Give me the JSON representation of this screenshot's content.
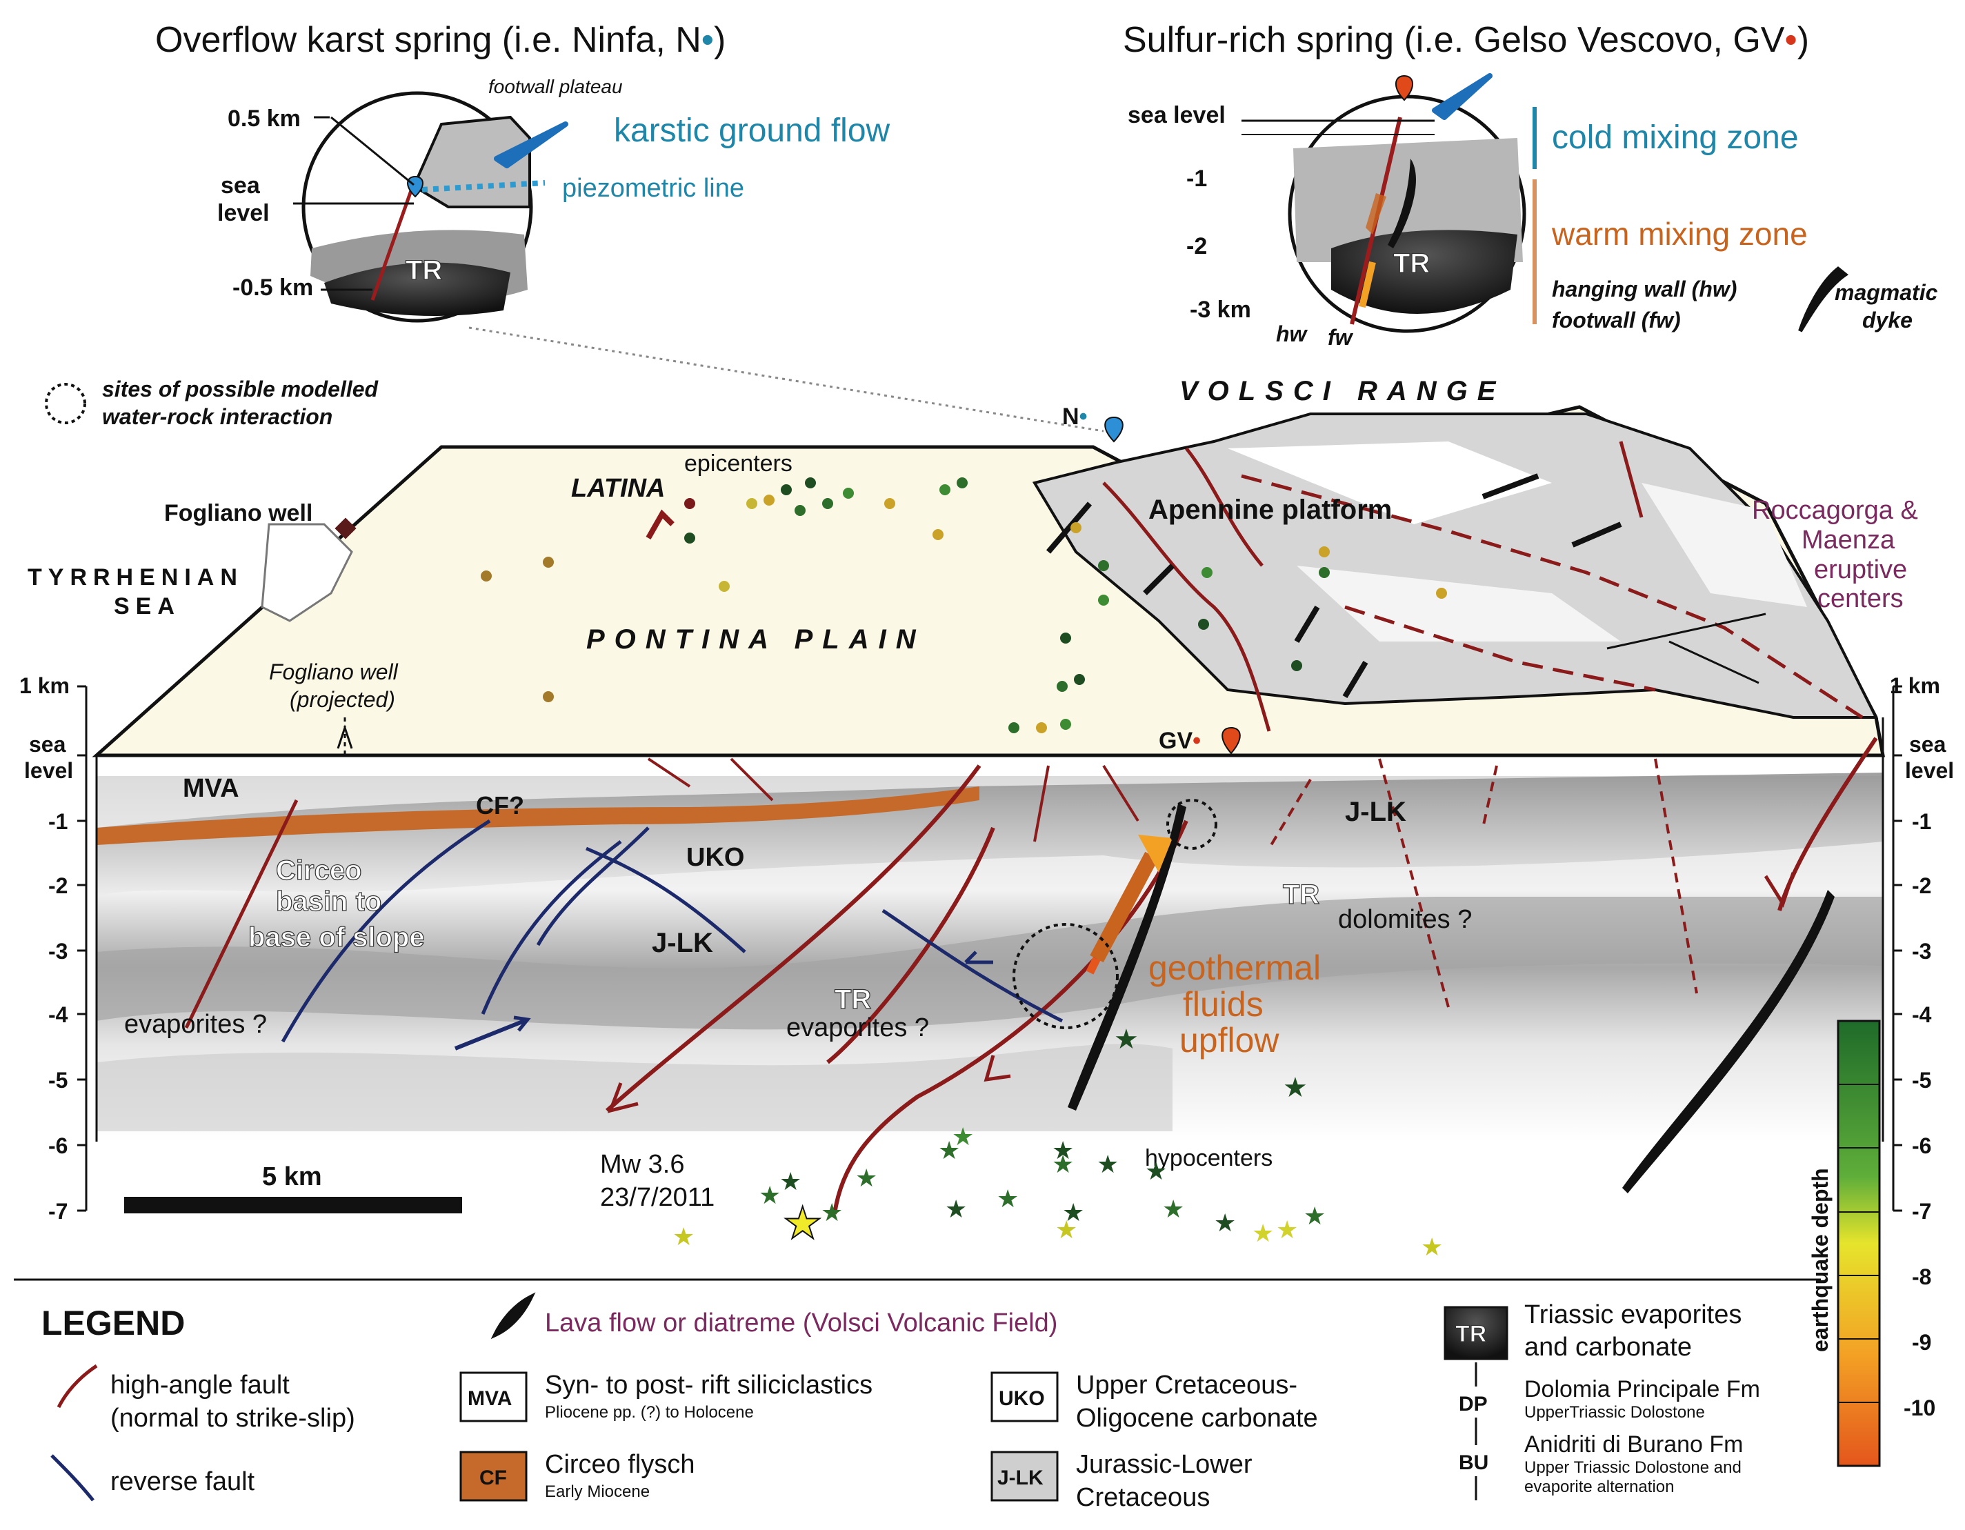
{
  "inset_left": {
    "title": "Overflow karst spring (i.e. Ninfa, N",
    "title_marker": "•",
    "title_close": ")",
    "footwall_plateau": "footwall plateau",
    "karstic_flow": "karstic ground flow",
    "piezometric": "piezometric line",
    "depth_05": "0.5 km",
    "sea": "sea",
    "level": "level",
    "depth_m05": "-0.5 km",
    "tr": "TR"
  },
  "inset_right": {
    "title": "Sulfur-rich spring (i.e. Gelso Vescovo, GV",
    "title_marker": "•",
    "title_close": ")",
    "sea_level": "sea level",
    "d1": "-1",
    "d2": "-2",
    "d3": "-3 km",
    "hw": "hw",
    "fw": "fw",
    "tr": "TR",
    "cold_zone": "cold mixing zone",
    "warm_zone": "warm mixing zone",
    "hanging_wall": "hanging wall (hw)",
    "footwall": "footwall (fw)",
    "magmatic": "magmatic",
    "dyke": "dyke"
  },
  "map": {
    "sites_line1": "sites of possible modelled",
    "sites_line2": "water-rock interaction",
    "volsci_range": "VOLSCI RANGE",
    "n_marker": "N",
    "n_dot": "•",
    "latina": "LATINA",
    "epicenters": "epicenters",
    "fogliano_well": "Fogliano well",
    "tyrrhenian": "TYRRHENIAN",
    "sea": "SEA",
    "apennine": "Apennine platform",
    "pontina": "PONTINA PLAIN",
    "roccagorga1": "Roccagorga &",
    "roccagorga2": "Maenza",
    "roccagorga3": "eruptive",
    "roccagorga4": "centers",
    "fogliano_proj1": "Fogliano well",
    "fogliano_proj2": "(projected)",
    "gv_marker": "GV",
    "gv_dot": "•"
  },
  "section": {
    "axis_left": [
      "1 km",
      "sea",
      "level",
      "-1",
      "-2",
      "-3",
      "-4",
      "-5",
      "-6",
      "-7"
    ],
    "axis_right": [
      "1 km",
      "sea",
      "level",
      "-1",
      "-2",
      "-3",
      "-4",
      "-5",
      "-6",
      "-7",
      "-8",
      "-9",
      "-10"
    ],
    "mva": "MVA",
    "cf": "CF?",
    "circeo1": "Circeo",
    "circeo2": "basin to",
    "circeo3": "base of slope",
    "uko": "UKO",
    "jlk_left": "J-LK",
    "jlk_right": "J-LK",
    "tr_right": "TR",
    "dolomites": "dolomites ?",
    "evaporites_left": "evaporites ?",
    "tr_mid": "TR",
    "evaporites_mid": "evaporites ?",
    "geothermal1": "geothermal",
    "geothermal2": "fluids",
    "geothermal3": "upflow",
    "scale": "5 km",
    "mw1": "Mw 3.6",
    "mw2": "23/7/2011",
    "hypocenters": "hypocenters",
    "eq_depth": "earthquake depth"
  },
  "legend": {
    "title": "LEGEND",
    "high_angle1": "high-angle fault",
    "high_angle2": "(normal to strike-slip)",
    "reverse": "reverse fault",
    "lava": "Lava flow or diatreme (Volsci Volcanic Field)",
    "mva_box": "MVA",
    "mva1": "Syn- to post- rift siliciclastics",
    "mva2": "Pliocene pp. (?) to Holocene",
    "cf_box": "CF",
    "cf1": "Circeo flysch",
    "cf2": "Early Miocene",
    "uko_box": "UKO",
    "uko1": "Upper Cretaceous-",
    "uko2": "Oligocene carbonate",
    "jlk_box": "J-LK",
    "jlk1": "Jurassic-Lower",
    "jlk2": "Cretaceous",
    "tr_box": "TR",
    "tr1": "Triassic evaporites",
    "tr2": "and carbonate",
    "dp": "DP",
    "dp1": "Dolomia Principale Fm",
    "dp2": "UpperTriassic Dolostone",
    "bu": "BU",
    "bu1": "Anidriti di Burano Fm",
    "bu2": "Upper Triassic Dolostone and",
    "bu3": "evaporite alternation"
  },
  "colors": {
    "fault_red": "#8b1a1a",
    "reverse_blue": "#1c2a6b",
    "teal": "#1e86a8",
    "orange": "#c8641e",
    "purple": "#7a2a5e",
    "plain": "#fbf8e6",
    "flysch": "#c56a2a"
  }
}
